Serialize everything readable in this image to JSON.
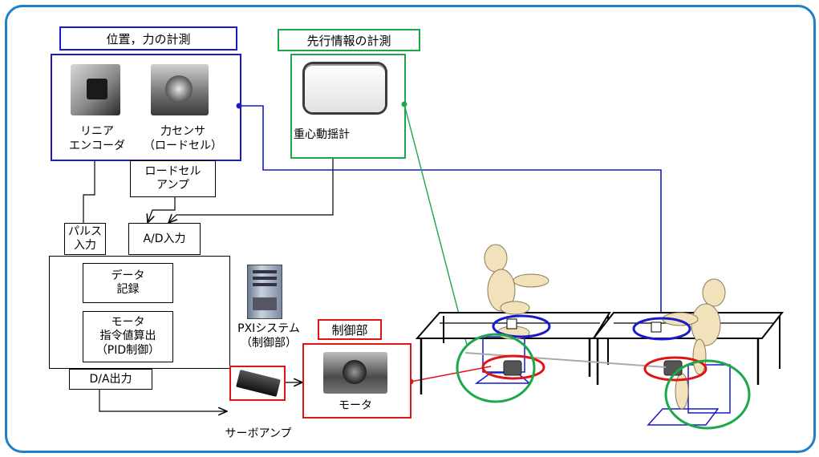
{
  "measure_group": {
    "title": "位置，力の計測",
    "linear_encoder": "リニア\nエンコーダ",
    "force_sensor": "力センサ\n（ロードセル）"
  },
  "preview_group": {
    "title": "先行情報の計測",
    "balance_board": "重心動揺計"
  },
  "loadcell_amp": "ロードセル\nアンプ",
  "pulse_input": "パルス\n入力",
  "ad_input": "A/D入力",
  "pc_blocks": {
    "data_record": "データ\n記録",
    "motor_command": "モータ\n指令値算出\n（PID制御）"
  },
  "da_output": "D/A出力",
  "pxi_label": "PXIシステム\n（制御部）",
  "control_title": "制御部",
  "motor_label": "モータ",
  "servo_amp_label": "サーボアンプ",
  "colors": {
    "frame": "#1f7fc8",
    "blue": "#1a1ac8",
    "green": "#1aa84a",
    "red": "#e01414"
  }
}
